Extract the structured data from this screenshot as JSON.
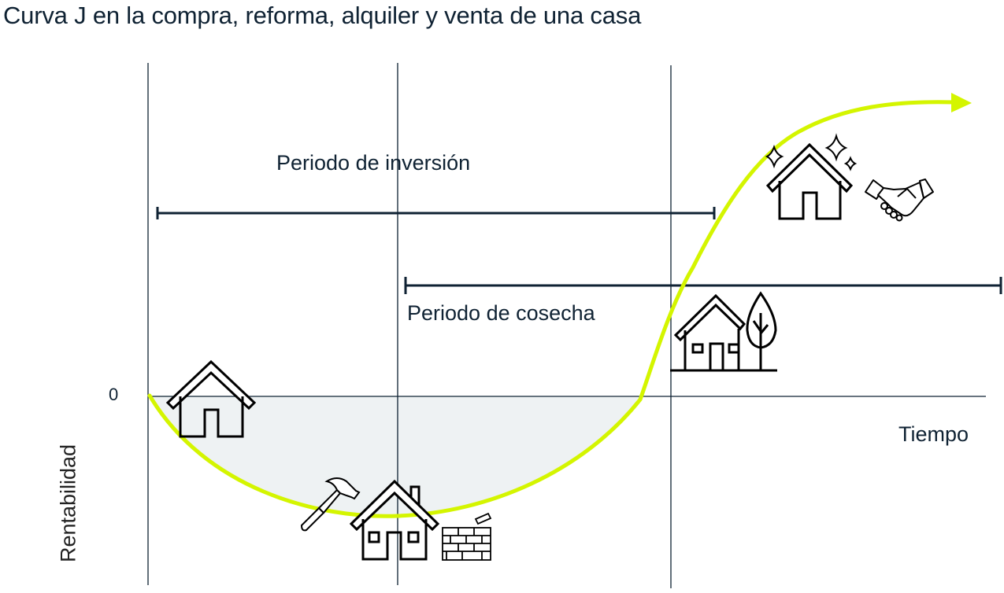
{
  "title": "Curva J en la compra, reforma, alquiler y venta de una casa",
  "periods": {
    "investment": "Periodo de inversión",
    "harvest": "Periodo de cosecha"
  },
  "axes": {
    "x_label": "Tiempo",
    "y_label": "Rentabilidad",
    "zero_label": "0"
  },
  "colors": {
    "curve": "#d4f500",
    "ink": "#0f2233",
    "shade": "#eef2f3",
    "icon": "#000000"
  },
  "icons": [
    {
      "name": "house-purchase-icon",
      "stage": "compra"
    },
    {
      "name": "house-renovation-icon",
      "stage": "reforma",
      "extras": [
        "hammer-icon",
        "bricks-icon"
      ]
    },
    {
      "name": "house-rental-icon",
      "stage": "alquiler",
      "extras": [
        "tree-icon"
      ]
    },
    {
      "name": "house-sale-icon",
      "stage": "venta",
      "extras": [
        "sparkle-icon",
        "handshake-icon"
      ]
    }
  ]
}
